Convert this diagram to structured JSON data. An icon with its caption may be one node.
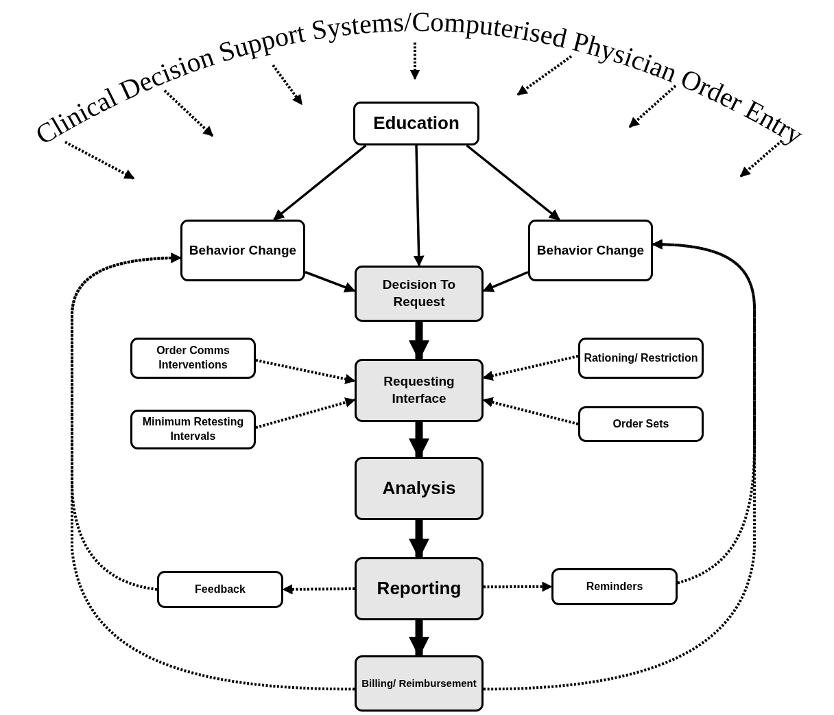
{
  "diagram": {
    "title": "Clinical Decision Support Systems/Computerised Physician Order Entry",
    "nodes": [
      {
        "text": [
          "Education"
        ]
      },
      {
        "text": [
          "Behavior Change"
        ]
      },
      {
        "text": [
          "Decision To Request"
        ]
      },
      {
        "text": [
          "Behavior Change"
        ]
      },
      {
        "text": [
          "Order Comms Interventions"
        ]
      },
      {
        "text": [
          "Rationing/ Restriction"
        ]
      },
      {
        "text": [
          "Requesting Interface"
        ]
      },
      {
        "text": [
          "Minimum Retesting Intervals"
        ]
      },
      {
        "text": [
          "Order Sets"
        ]
      },
      {
        "text": [
          "Analysis"
        ]
      },
      {
        "text": [
          "Feedback"
        ]
      },
      {
        "text": [
          "Reporting"
        ]
      },
      {
        "text": [
          "Reminders"
        ]
      },
      {
        "text": [
          "Billing/ Reimbursement"
        ]
      }
    ],
    "edges": [
      {
        "from": 0,
        "to": 1,
        "arrow": "to"
      },
      {
        "from": 0,
        "to": 2,
        "arrow": "to"
      },
      {
        "from": 0,
        "to": 3,
        "arrow": "to"
      },
      {
        "from": 1,
        "to": 2,
        "arrow": "to"
      },
      {
        "from": 3,
        "to": 2,
        "arrow": "to"
      },
      {
        "from": 2,
        "to": 6,
        "arrow": "to",
        "style": "thick"
      },
      {
        "from": 4,
        "to": 6,
        "arrow": "to",
        "style": "dashed"
      },
      {
        "from": 5,
        "to": 6,
        "arrow": "to",
        "style": "dashed"
      },
      {
        "from": 7,
        "to": 6,
        "arrow": "to",
        "style": "dashed"
      },
      {
        "from": 8,
        "to": 6,
        "arrow": "to",
        "style": "dashed"
      },
      {
        "from": 6,
        "to": 9,
        "arrow": "to",
        "style": "thick"
      },
      {
        "from": 9,
        "to": 11,
        "arrow": "to",
        "style": "thick"
      },
      {
        "from": 11,
        "to": 10,
        "arrow": "to",
        "style": "dashed"
      },
      {
        "from": 11,
        "to": 12,
        "arrow": "to",
        "style": "dashed"
      },
      {
        "from": 11,
        "to": 13,
        "arrow": "to",
        "style": "thick"
      },
      {
        "from": 10,
        "to": 1,
        "arrow": "to",
        "style": "dashed"
      },
      {
        "from": 13,
        "to": 1,
        "arrow": "to",
        "style": "dashed"
      },
      {
        "from": 12,
        "to": 3,
        "arrow": "to",
        "style": "dashed"
      },
      {
        "from": 13,
        "to": 3,
        "arrow": "to",
        "style": "dashed"
      }
    ]
  }
}
